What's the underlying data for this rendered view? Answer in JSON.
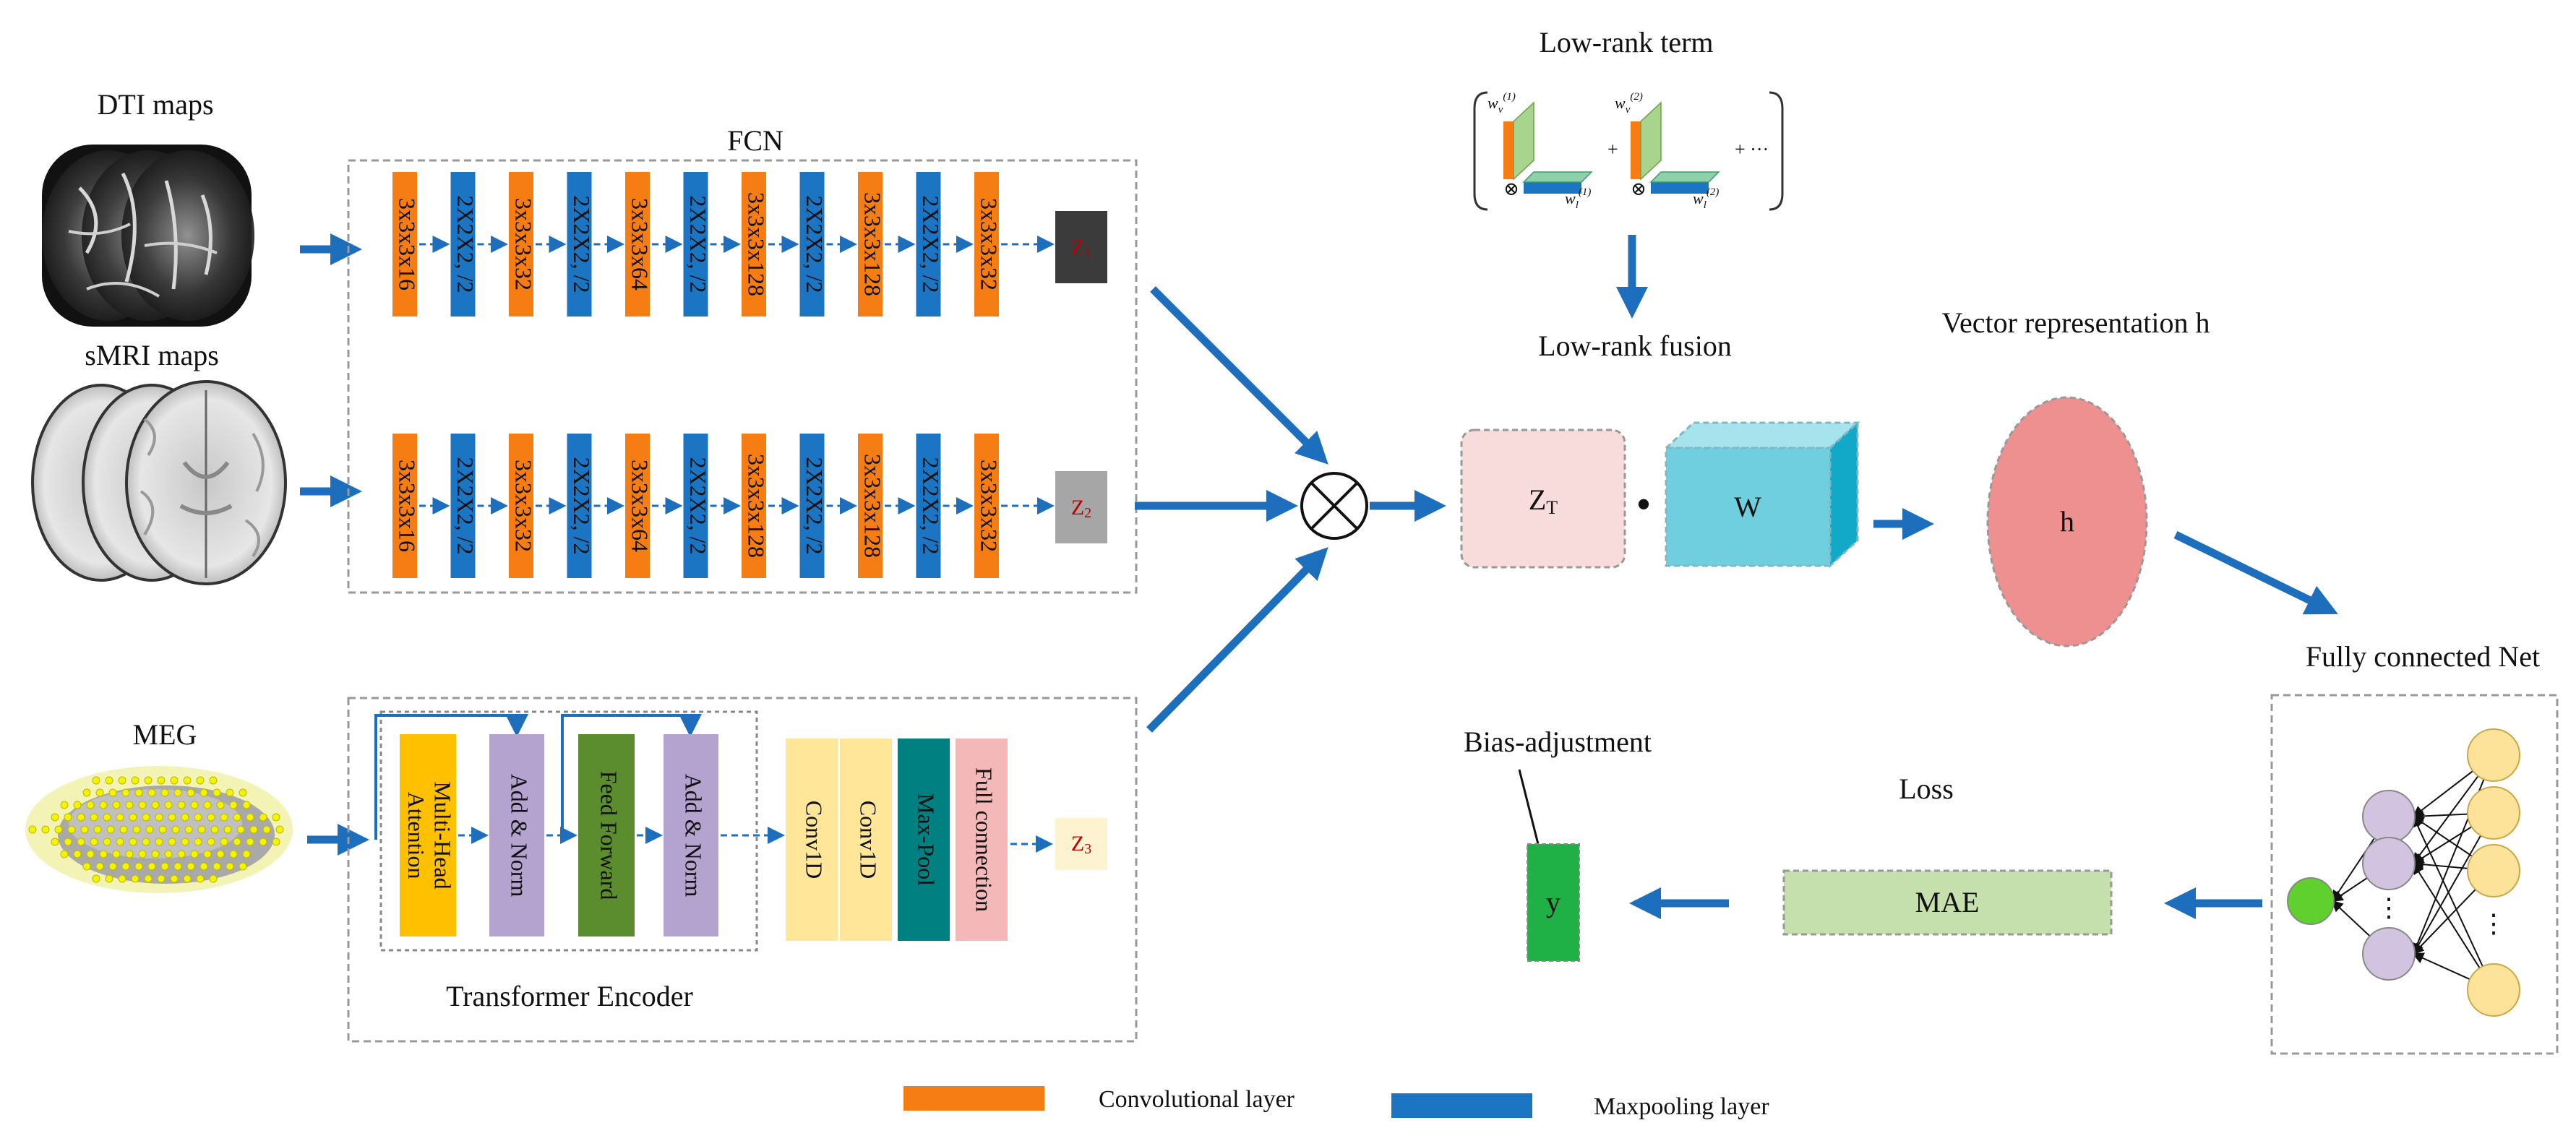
{
  "colors": {
    "conv": "#f57d14",
    "maxpool": "#1b75c2",
    "arrow": "#1d6fbd",
    "attention": "#ffc000",
    "addnorm": "#b4a3cf",
    "feedforward": "#5b8c2e",
    "conv1d": "#ffe699",
    "maxpool1d": "#008080",
    "fullconn": "#f4b8b8",
    "zt_box": "#f8dcdc",
    "w_cube": "#6fcfdf",
    "h_ellipse": "#ef9090",
    "mae_box": "#c5dfad",
    "y_box": "#1fb046",
    "fc_output_node": "#5fd02e",
    "fc_hidden_node": "#d2c4e0",
    "fc_input_node": "#fde39a"
  },
  "inputs": {
    "dti_label": "DTI maps",
    "smri_label": "sMRI maps",
    "meg_label": "MEG"
  },
  "fcn": {
    "title": "FCN",
    "dti_layers": [
      "3x3x3x16",
      "2X2X2, /2",
      "3x3x3x32",
      "2X2X2, /2",
      "3x3x3x64",
      "2X2X2, /2",
      "3x3x3x128",
      "2X2X2, /2",
      "3x3x3x128",
      "2X2X2, /2",
      "3x3x3x32"
    ],
    "smri_layers": [
      "3x3x3x16",
      "2X2X2, /2",
      "3x3x3x32",
      "2X2X2, /2",
      "3x3x3x64",
      "2X2X2, /2",
      "3x3x3x128",
      "2X2X2, /2",
      "3x3x3x128",
      "2X2X2, /2",
      "3x3x3x32"
    ],
    "z1": "Z1",
    "z2": "Z2"
  },
  "transformer": {
    "title": "Transformer Encoder",
    "blocks": [
      "Multi-Head Attention",
      "Add & Norm",
      "Feed Forward",
      "Add & Norm"
    ],
    "post_blocks": [
      "Conv1D",
      "Conv1D",
      "Max-Pool",
      "Full connection"
    ],
    "z3": "Z3"
  },
  "lowrank": {
    "term_label": "Low-rank term",
    "fusion_label": "Low-rank fusion",
    "wv1": "w",
    "wv2": "w",
    "wl1": "w",
    "wl2": "w",
    "sup1": "(1)",
    "sup2": "(2)",
    "sub_v": "v",
    "sub_l": "l",
    "plus": "+",
    "dots": "+ ···",
    "otimes": "⊗"
  },
  "fusion": {
    "zt": "ZT",
    "dot": "•",
    "w": "W",
    "vector_label": "Vector representation h",
    "h": "h"
  },
  "head": {
    "fc_label": "Fully connected Net",
    "loss_label": "Loss",
    "mae": "MAE",
    "bias_label": "Bias-adjustment",
    "y": "y",
    "dots": "⋮"
  },
  "legend": {
    "conv": "Convolutional layer",
    "maxpool": "Maxpooling layer"
  }
}
